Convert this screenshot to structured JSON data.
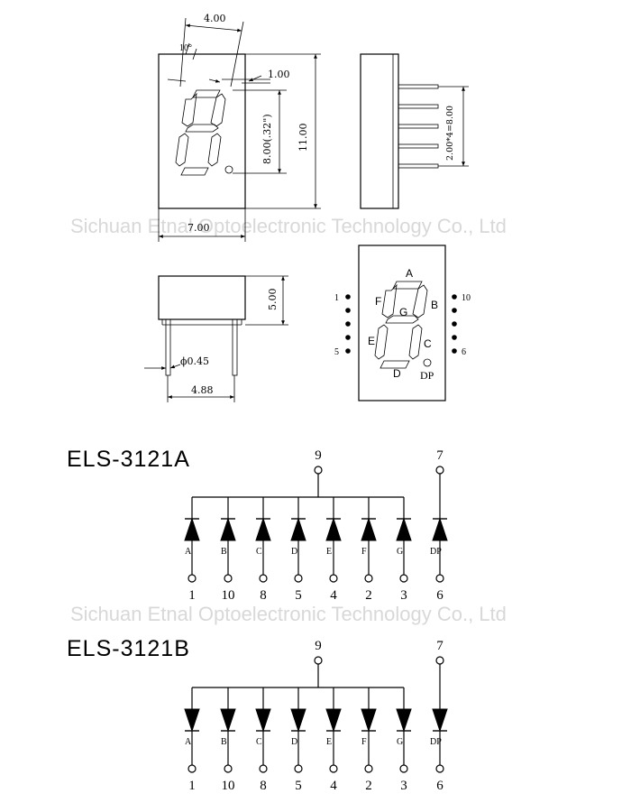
{
  "watermark": "Sichuan Etnal Optoelectronic Technology Co., Ltd",
  "front_view": {
    "dim_width_top": "4.00",
    "dim_angle": "10°",
    "dim_offset": "1.00",
    "dim_digit_height": "8.00(.32\")",
    "dim_height": "11.00",
    "dim_width": "7.00"
  },
  "side_view": {
    "dim_pins": "2.00*4=8.00"
  },
  "bottom_view": {
    "dim_height": "5.00",
    "dim_pin_dia": "ϕ0.45",
    "dim_pin_spacing": "4.88"
  },
  "pinout_view": {
    "segments": [
      "A",
      "B",
      "C",
      "D",
      "E",
      "F",
      "G",
      "DP"
    ],
    "left_pins": [
      "1",
      "5"
    ],
    "right_pins": [
      "10",
      "6"
    ]
  },
  "circuit_a": {
    "title": "ELS-3121A",
    "common_pin": "9",
    "dp_pin": "7",
    "segments": [
      "A",
      "B",
      "C",
      "D",
      "E",
      "F",
      "G",
      "DP"
    ],
    "pins": [
      "1",
      "10",
      "8",
      "5",
      "4",
      "2",
      "3",
      "6"
    ]
  },
  "circuit_b": {
    "title": "ELS-3121B",
    "common_pin": "9",
    "dp_pin": "7",
    "segments": [
      "A",
      "B",
      "C",
      "D",
      "E",
      "F",
      "G",
      "DP"
    ],
    "pins": [
      "1",
      "10",
      "8",
      "5",
      "4",
      "2",
      "3",
      "6"
    ]
  }
}
